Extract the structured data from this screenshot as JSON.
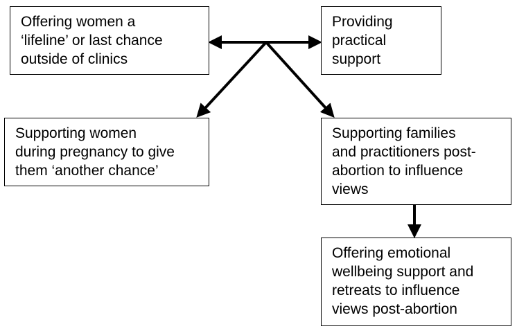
{
  "diagram": {
    "boxes": {
      "lifeline": "Offering women a\n‘lifeline’ or last chance\noutside of clinics",
      "practical": "Providing\npractical\nsupport",
      "pregnancy": "Supporting women\nduring pregnancy to give\nthem ‘another chance’",
      "families": "Supporting families\nand practitioners post-\nabortion to influence\nviews",
      "emotional": "Offering emotional\nwellbeing support and\nretreats to influence\nviews post-abortion"
    },
    "line_color": "#000000"
  }
}
